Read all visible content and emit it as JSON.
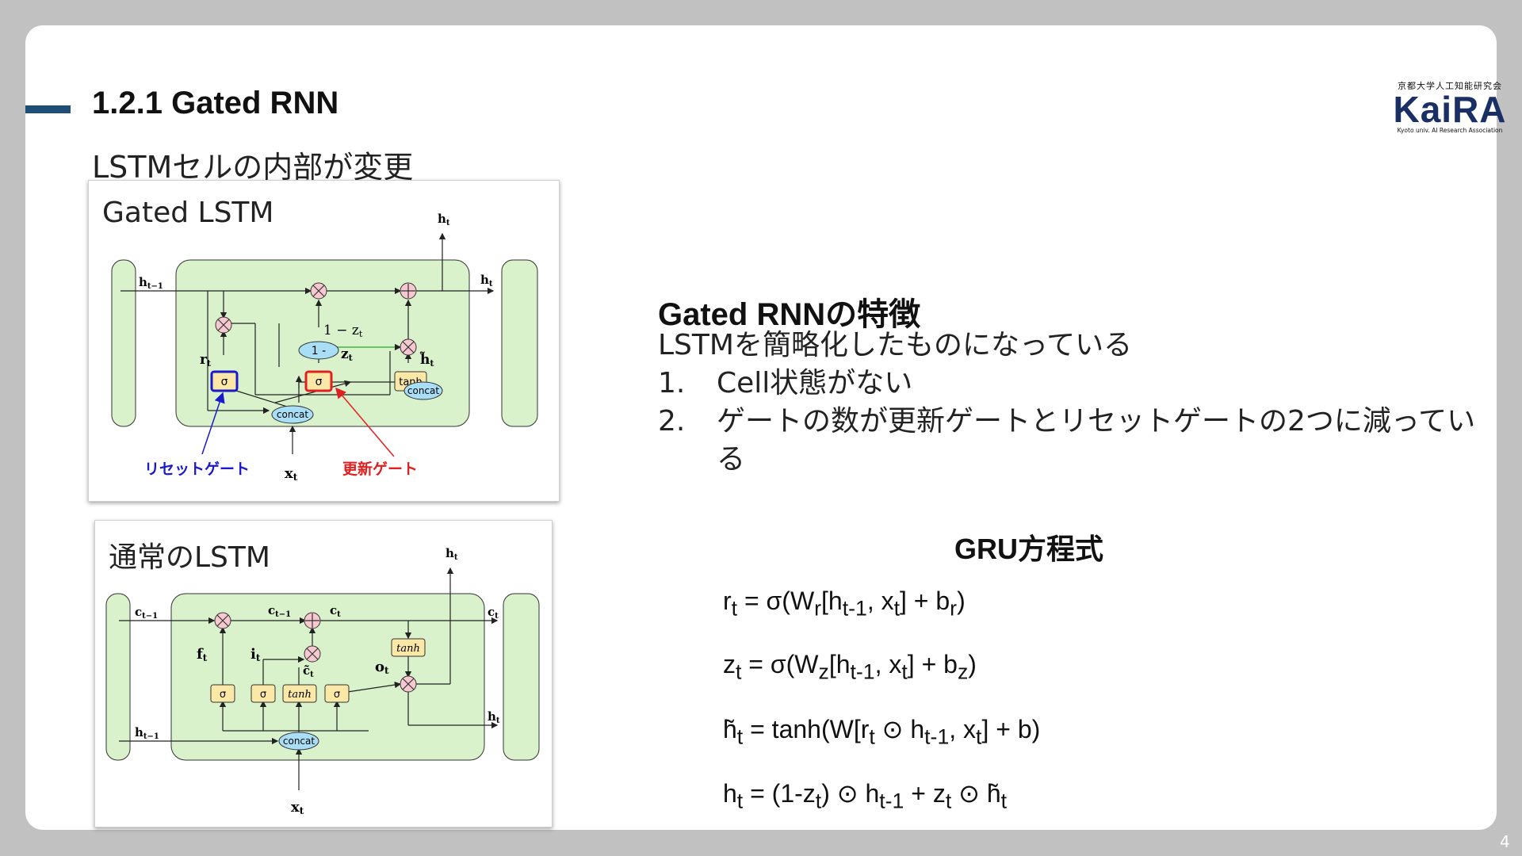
{
  "slide": {
    "title": "1.2.1 Gated RNN",
    "subtitle": "LSTMセルの内部が変更",
    "page_number": "4"
  },
  "logo": {
    "top_text": "京都大学人工知能研究会",
    "main_text": "KaiRA",
    "sub_text": "Kyoto univ. AI Research Association"
  },
  "figure_gated": {
    "label": "Gated LSTM",
    "h_prev": "h",
    "h_prev_sub": "t−1",
    "h_top": "h",
    "h_top_sub": "t",
    "h_out": "h",
    "h_out_sub": "t",
    "one_minus_z": "1 − z",
    "one_minus_z_sub": "t",
    "one_minus_box": "1 -",
    "r_label": "r",
    "r_sub": "t",
    "z_label": "z",
    "z_sub": "t",
    "h_tilde": "h̃",
    "h_tilde_sub": "t",
    "sigma1": "σ",
    "sigma2": "σ",
    "tanh_box": "tanh",
    "concat1": "concat",
    "concat2": "concat",
    "reset_gate_label": "リセットゲート",
    "update_gate_label": "更新ゲート",
    "x_label": "x",
    "x_sub": "t",
    "colors": {
      "reset": "#1a1acc",
      "update": "#e02020",
      "cell_fill": "#d9f2cc"
    }
  },
  "figure_lstm": {
    "label": "通常のLSTM",
    "c_prev": "c",
    "c_prev_sub": "t−1",
    "c_mid": "c",
    "c_mid_sub": "t−1",
    "c_next": "c",
    "c_next_sub": "t",
    "c_out": "c",
    "c_out_sub": "t",
    "h_top": "h",
    "h_top_sub": "t",
    "h_prev": "h",
    "h_prev_sub": "t−1",
    "h_out": "h",
    "h_out_sub": "t",
    "f_label": "f",
    "f_sub": "t",
    "i_label": "i",
    "i_sub": "t",
    "c_tilde": "c̃",
    "c_tilde_sub": "t",
    "o_label": "o",
    "o_sub": "t",
    "sigma_f": "σ",
    "sigma_i": "σ",
    "tanh_mid": "tanh",
    "sigma_o": "σ",
    "tanh_top": "tanh",
    "concat": "concat",
    "x_label": "x",
    "x_sub": "t"
  },
  "features": {
    "title": "Gated RNNの特徴",
    "intro": "LSTMを簡略化したものになっている",
    "items": [
      {
        "num": "1.",
        "text": "Cell状態がない"
      },
      {
        "num": "2.",
        "text": "ゲートの数が更新ゲートとリセットゲートの2つに減っている"
      }
    ]
  },
  "gru": {
    "title": "GRU方程式",
    "eq1": {
      "a": "r",
      "a_sub": "t",
      "b": " = σ(W",
      "b_sub": "r",
      "c": "[h",
      "c_sub": "t-1",
      "d": ", x",
      "d_sub": "t",
      "e": "] + b",
      "e_sub": "r",
      "f": ")"
    },
    "eq2": {
      "a": "z",
      "a_sub": "t",
      "b": " = σ(W",
      "b_sub": "z",
      "c": "[h",
      "c_sub": "t-1",
      "d": ", x",
      "d_sub": "t",
      "e": "] + b",
      "e_sub": "z",
      "f": ")"
    },
    "eq3": {
      "a": "h̃",
      "a_sub": "t",
      "b": " = tanh(W[r",
      "b_sub": "t",
      "c": " ⊙ h",
      "c_sub": "t-1",
      "d": ", x",
      "d_sub": "t",
      "e": "] + b)"
    },
    "eq4": {
      "a": "h",
      "a_sub": "t",
      "b": " = (1-z",
      "b_sub": "t",
      "c": ") ⊙ h",
      "c_sub": "t-1",
      "d": " + z",
      "d_sub": "t",
      "e": " ⊙ h̃",
      "e_sub": "t"
    }
  }
}
